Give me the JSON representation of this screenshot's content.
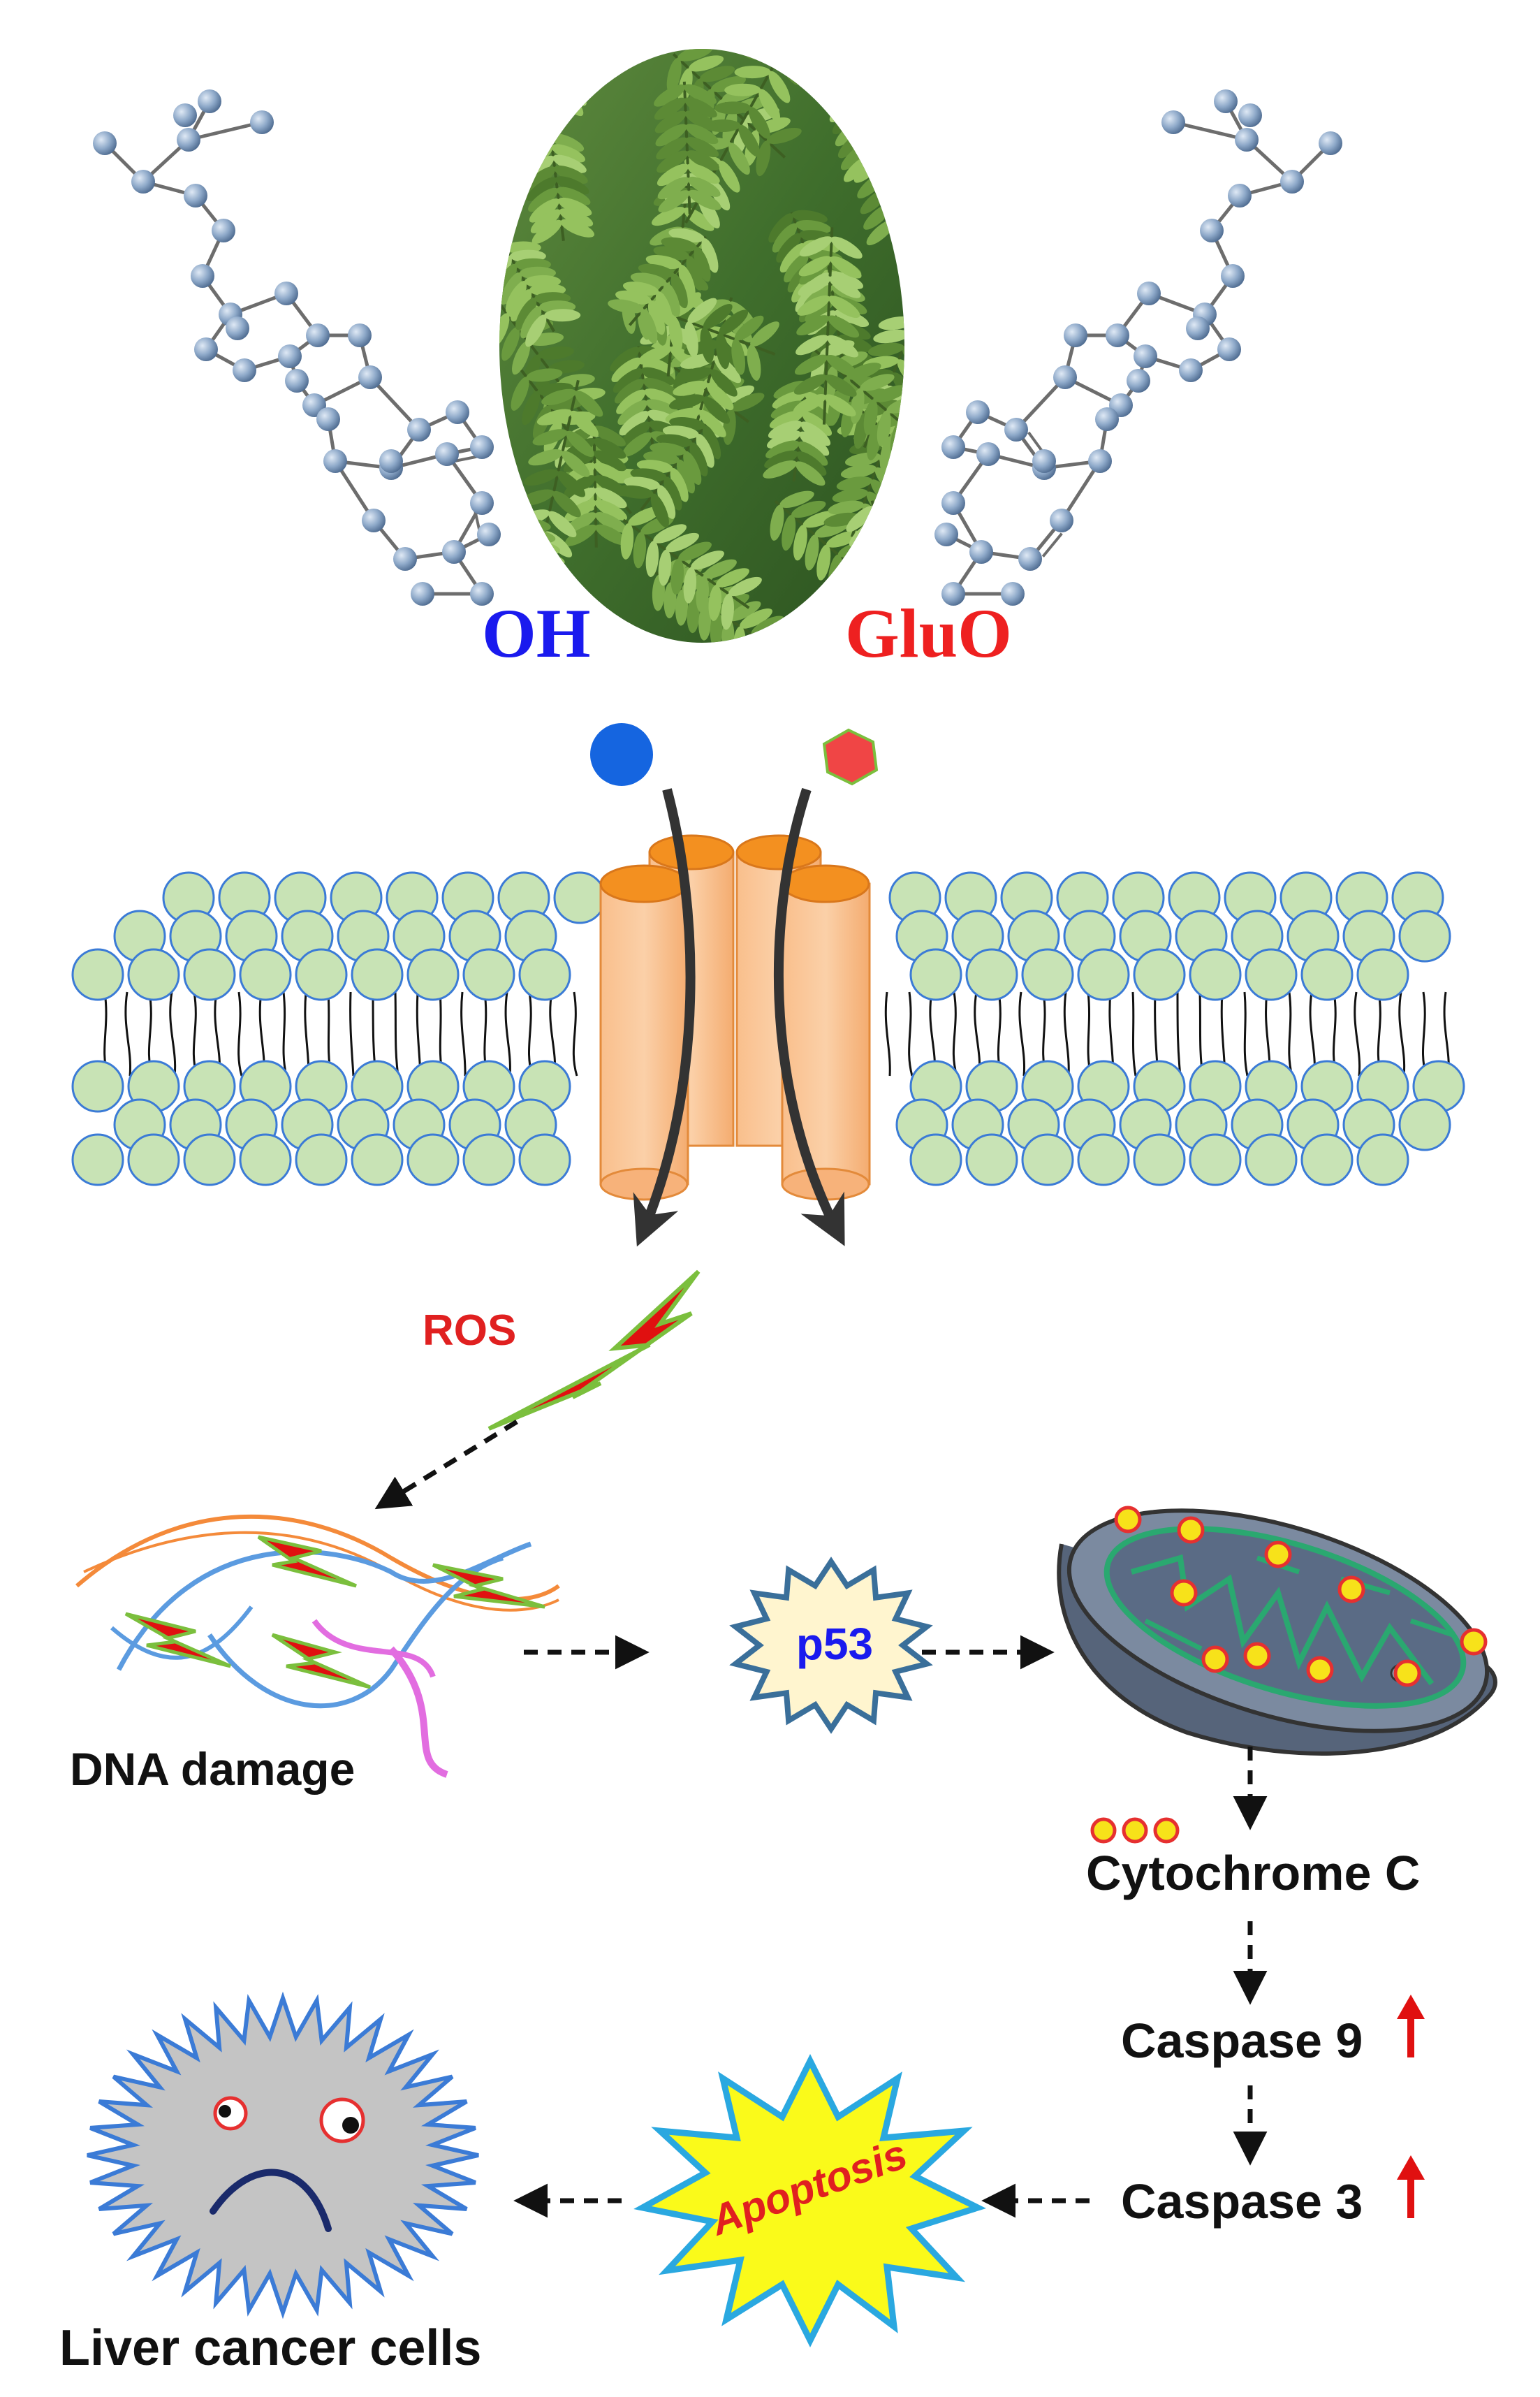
{
  "molecule_left": {
    "group_label": "OH",
    "label_color": "#1a1aee"
  },
  "molecule_right": {
    "group_label": "GluO",
    "label_color": "#ee2020"
  },
  "plant_photo": {
    "description_icon": "plant-leaves-icon"
  },
  "compound_markers": {
    "left_shape": "circle",
    "left_color": "#1565e0",
    "right_shape": "hexagon",
    "right_color": "#f04545"
  },
  "membrane": {
    "lipid_color": "#c8e3b5",
    "lipid_stroke": "#3b7bd6",
    "channel_color": "#f9c08c",
    "channel_top_color": "#f39020"
  },
  "ros": {
    "label": "ROS",
    "label_color": "#e02020",
    "bolt_color": "#e01010",
    "bolt_outline": "#7bbf3d"
  },
  "dna": {
    "label": "DNA damage"
  },
  "p53": {
    "label": "p53",
    "label_color": "#1a1aee"
  },
  "pathway": {
    "cytochrome": "Cytochrome C",
    "caspase9": "Caspase 9",
    "caspase3": "Caspase 3",
    "up_arrow_color": "#e01010"
  },
  "apoptosis": {
    "label": "Apoptosis",
    "label_color": "#e02020",
    "burst_fill": "#fafa1a",
    "burst_stroke": "#2aa8e0"
  },
  "cell": {
    "label": "Liver cancer cells",
    "fill": "#c4c4c4",
    "stroke": "#3b7bd6"
  }
}
